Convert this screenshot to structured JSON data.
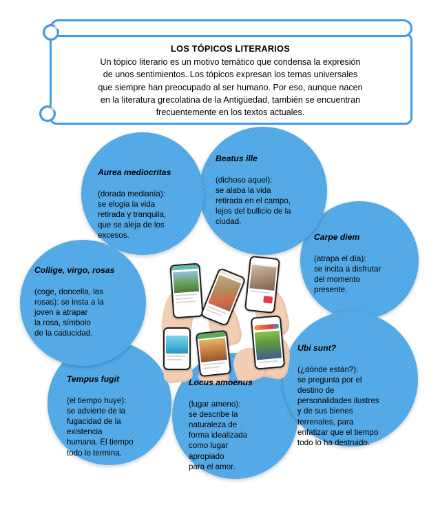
{
  "header": {
    "title": "LOS TÓPICOS   LITERARIOS",
    "body": "Un tópico literario es un motivo temático que condensa la expresión\nde unos sentimientos. Los tópicos expresan los temas universales\nque siempre han preocupado al ser humano.  Por eso, aunque nacen\nen la literatura grecolatina de la Antigüedad, también se encuentran\nfrecuentemente en los textos actuales."
  },
  "colors": {
    "circle_blue": "#51A8E6",
    "border_blue": "#3D9AF0",
    "text_black": "#000000",
    "page_background": "#FFFFFF"
  },
  "topics": [
    {
      "id": "aurea",
      "term": "Aurea mediocritas",
      "description": "(dorada medianía):\nse elogia la vida\nretirada y tranquila,\nque se aleja de los\nexcesos."
    },
    {
      "id": "beatus",
      "term": "Beatus ille",
      "description": "(dichoso aquel):\nse alaba la vida\nretirada en el campo,\nlejos del bullicio de la\nciudad."
    },
    {
      "id": "carpe",
      "term": "Carpe diem",
      "description": "(atrapa el día):\nse incita a disfrutar\ndel momento\npresente."
    },
    {
      "id": "ubi",
      "term": "Ubi sunt?",
      "description": "(¿dónde están?):\nse pregunta por el\ndestino de\npersonalidades ilustres\ny de sus bienes\nterrenales, para\nenfatizar que el tiempo\ntodo lo ha destruido."
    },
    {
      "id": "locus",
      "term": "Locus amoenus",
      "description": "(lugar ameno):\nse describe la\nnaturaleza de\nforma idealizada\ncomo lugar\napropiado\npara el amor."
    },
    {
      "id": "tempus",
      "term": "Tempus fugit",
      "description": "(el tiempo huye):\nse advierte de la\nfugacidad de la\nexistencia\nhumana. El tiempo\ntodo lo termina."
    },
    {
      "id": "collige",
      "term": "Collige, virgo, rosas",
      "description": "(coge, doncella, las\nrosas): se insta a la\njoven a atrapar\nla rosa, símbolo\nde la caducidad."
    }
  ],
  "center_image": {
    "description": "Fotografía central: seis manos sosteniendo teléfonos móviles con aplicaciones abiertas"
  }
}
